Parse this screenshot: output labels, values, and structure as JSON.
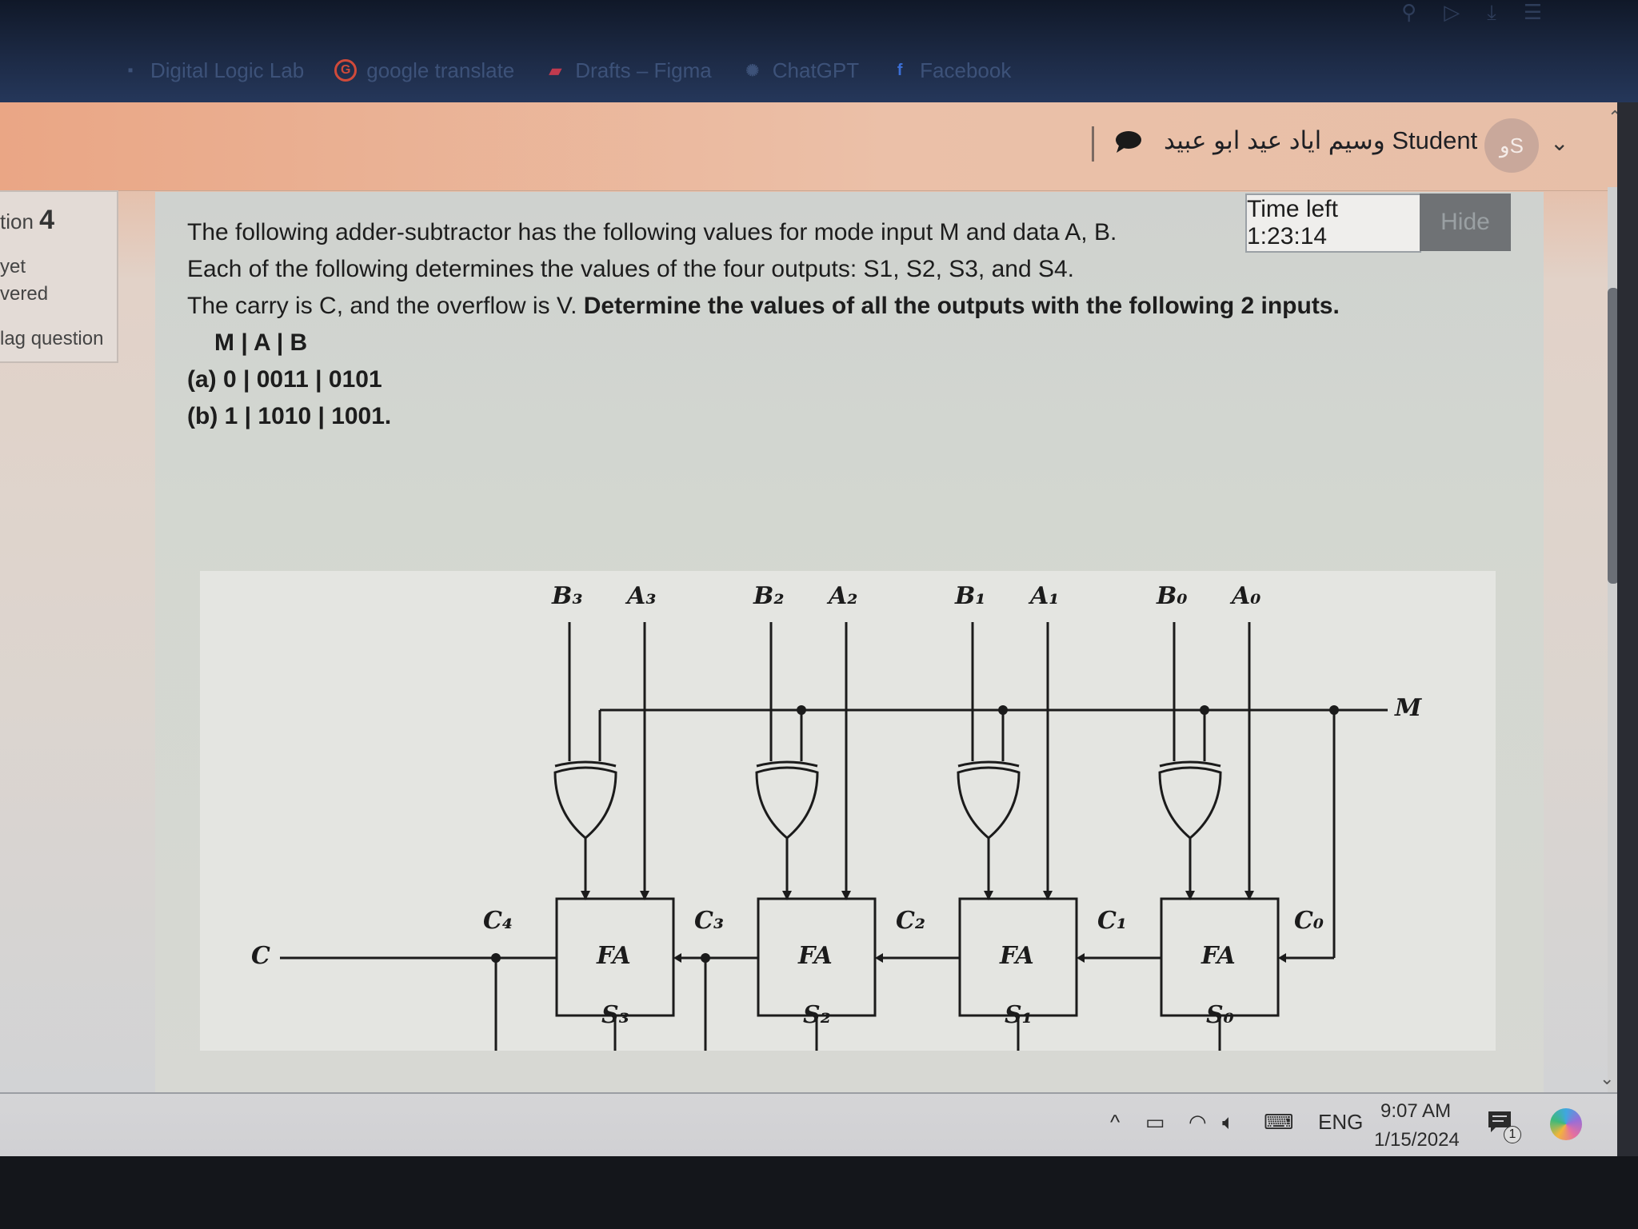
{
  "browser": {
    "bookmarks": [
      {
        "label": "Digital Logic Lab",
        "icon": "bookmark-icon"
      },
      {
        "label": "google translate",
        "icon": "google-icon"
      },
      {
        "label": "Drafts – Figma",
        "icon": "figma-icon"
      },
      {
        "label": "ChatGPT",
        "icon": "chatgpt-icon"
      },
      {
        "label": "Facebook",
        "icon": "facebook-icon"
      }
    ]
  },
  "header": {
    "user_name": "وسيم اياد عيد ابو عبيد Student",
    "avatar_initials": "وS"
  },
  "quiz_nav": {
    "question_label": "tion",
    "question_number": "4",
    "status_line1": "yet",
    "status_line2": "vered",
    "flag_label": "lag question"
  },
  "question": {
    "line1": "The following adder-subtractor has the following values for mode input M and data A, B.",
    "line2": "Each of the following determines the values of the four outputs: S1, S2, S3, and S4.",
    "line3_plain": "The carry is C, and the overflow is V. ",
    "line3_bold": "Determine the values of all the outputs with the following 2 inputs.",
    "header_row": "M | A | B",
    "option_a": "(a) 0 | 0011 | 0101",
    "option_b": "(b) 1 | 1010 | 1001."
  },
  "timer": {
    "text": "Time left 1:23:14",
    "hide_label": "Hide"
  },
  "circuit": {
    "inputs": {
      "B3": "B₃",
      "A3": "A₃",
      "B2": "B₂",
      "A2": "A₂",
      "B1": "B₁",
      "A1": "A₁",
      "B0": "B₀",
      "A0": "A₀"
    },
    "mode": "M",
    "carry_out": "C",
    "overflow": "V",
    "carries": {
      "C4": "C₄",
      "C3": "C₃",
      "C2": "C₂",
      "C1": "C₁",
      "C0": "C₀"
    },
    "fa_label": "FA",
    "sums": {
      "S3": "S₃",
      "S2": "S₂",
      "S1": "S₁",
      "S0": "S₀"
    }
  },
  "taskbar": {
    "language": "ENG",
    "time": "9:07 AM",
    "date": "1/15/2024",
    "notification_count": "1"
  }
}
